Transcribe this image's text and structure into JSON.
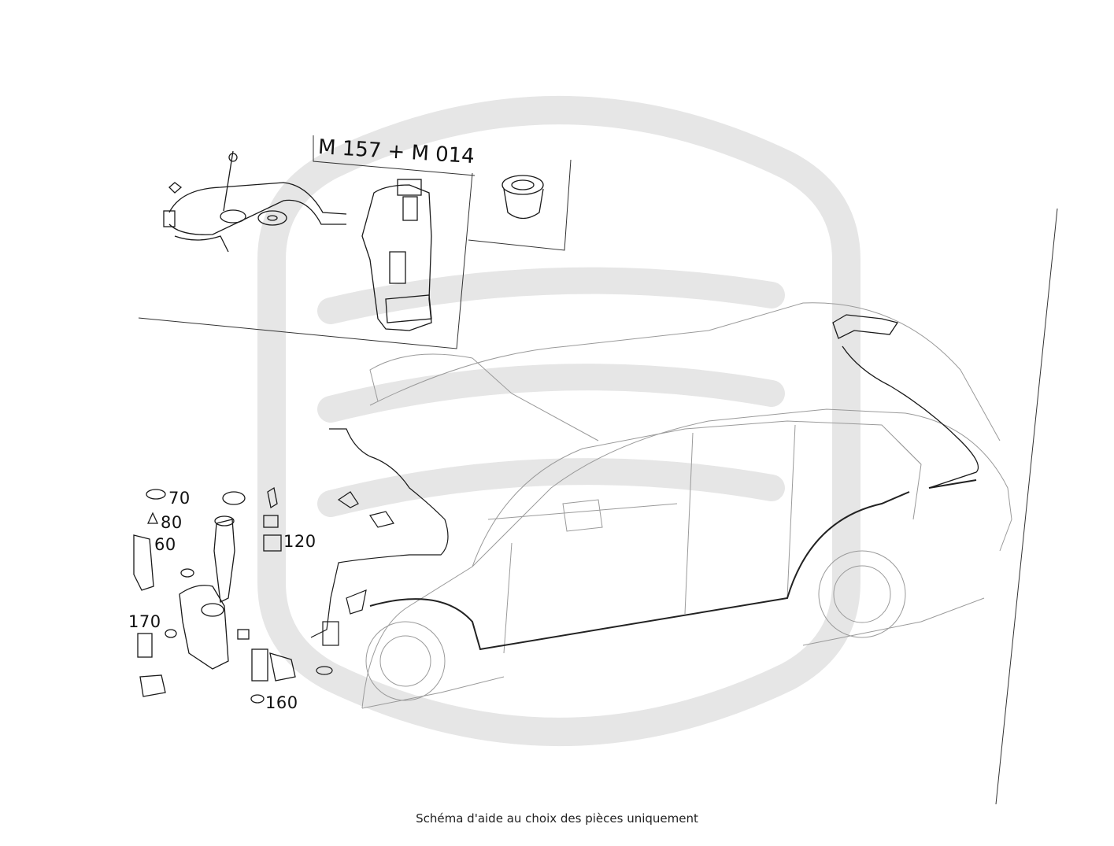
{
  "variant_label": "M 157 + M 014",
  "part_labels": [
    "70",
    "80",
    "60",
    "120",
    "170",
    "160"
  ],
  "caption": "Schéma d'aide au choix des pièces uniquement",
  "colors": {
    "line": "#1a1a1a",
    "watermark": "#e4e4e4",
    "car": "#9a9a9a"
  },
  "icons": [
    "watermark-logo-icon"
  ]
}
